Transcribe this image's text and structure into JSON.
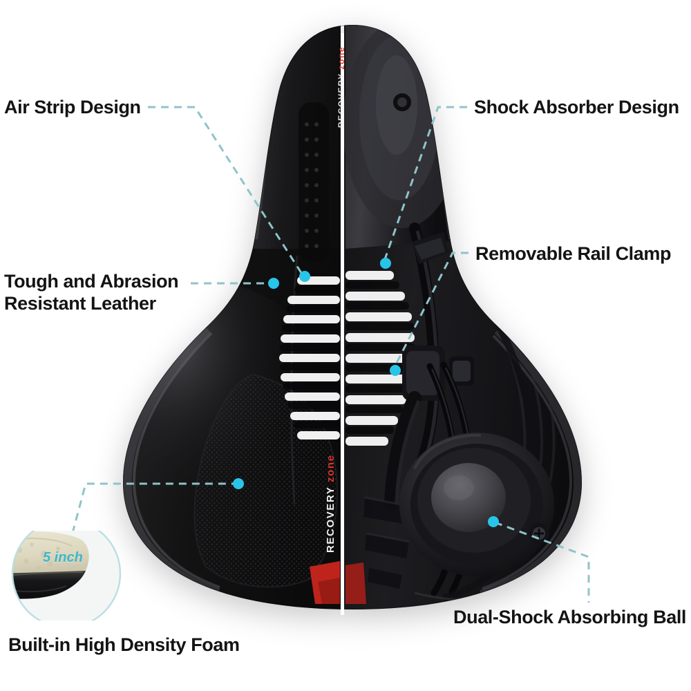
{
  "image": {
    "subject": "bicycle-saddle-infographic",
    "background_color": "#ffffff",
    "accent_color": "#29c5e8",
    "leader_line_color": "#8fc4c9",
    "label_text_color": "#141414"
  },
  "labels": {
    "air_strip": "Air Strip Design",
    "leather": "Tough and Abrasion\nResistant Leather",
    "shock_absorber": "Shock Absorber Design",
    "rail_clamp": "Removable Rail Clamp",
    "dual_shock": "Dual-Shock Absorbing Ball",
    "foam": "Built-in High Density Foam"
  },
  "inset": {
    "measurement": "5 inch",
    "measurement_color": "#3fb6c9",
    "foam_color": "#ded9c0",
    "base_color": "#1b1b1b"
  },
  "branding": {
    "primary": "RECOVERY",
    "primary_color": "#f2f2f2",
    "secondary": "zone",
    "secondary_color": "#d8342c"
  },
  "photo": {
    "left_half": "leather-top-surface",
    "right_half": "chassis-underside",
    "divider": "white-vertical-split-line",
    "red_accent_color": "#c9261d"
  }
}
